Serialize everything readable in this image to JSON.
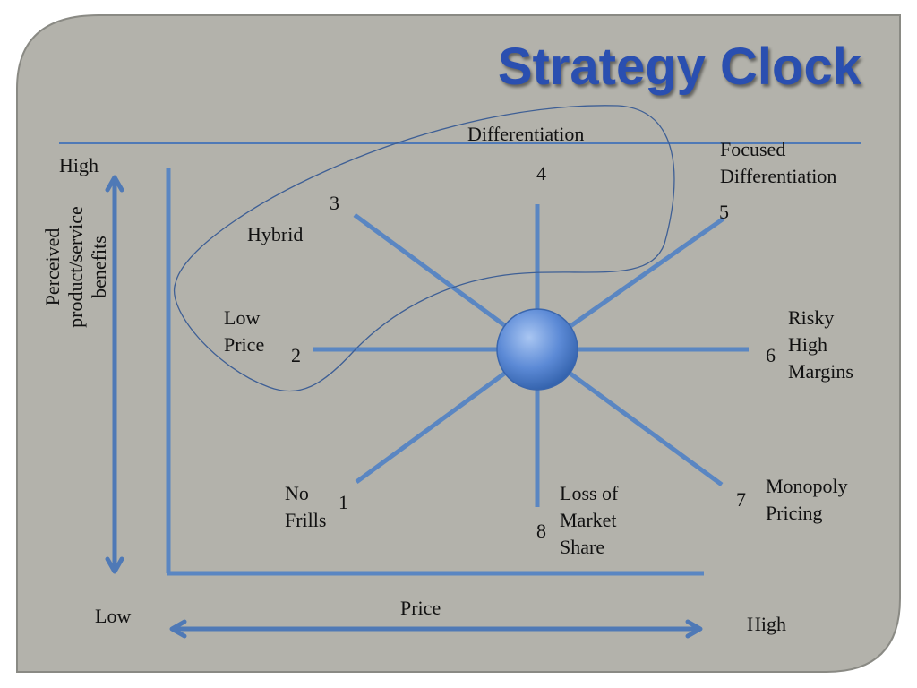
{
  "title": "Strategy Clock",
  "axes": {
    "y_label": "Perceived\nproduct/service\nbenefits",
    "y_high": "High",
    "y_low": "Low",
    "x_label": "Price",
    "x_high": "High"
  },
  "spokes": [
    {
      "number": "1",
      "label": "No\nFrills"
    },
    {
      "number": "2",
      "label": "Low\nPrice"
    },
    {
      "number": "3",
      "label": "Hybrid"
    },
    {
      "number": "4",
      "label": "Differentiation"
    },
    {
      "number": "5",
      "label": "Focused\nDifferentiation"
    },
    {
      "number": "6",
      "label": "Risky\nHigh\nMargins"
    },
    {
      "number": "7",
      "label": "Monopoly\nPricing"
    },
    {
      "number": "8",
      "label": "Loss of\nMarket\nShare"
    }
  ],
  "colors": {
    "background": "#b3b2ab",
    "frame_border": "#8a8a84",
    "spoke": "#5a86c2",
    "axis": "#4f79b6",
    "hub_light": "#8fb3ea",
    "hub_dark": "#2f5ea8",
    "loop": "#3e5f95",
    "title": "#2a4fb0",
    "text": "#111111"
  }
}
